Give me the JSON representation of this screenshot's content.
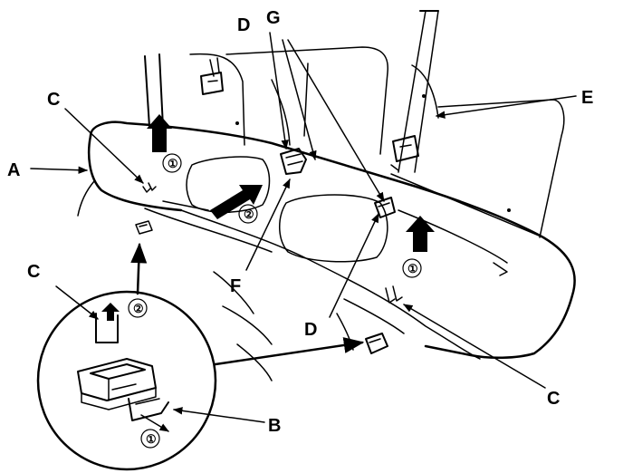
{
  "labels": {
    "a": "A",
    "b": "B",
    "c": "C",
    "d": "D",
    "e": "E",
    "f": "F",
    "g": "G"
  },
  "steps": {
    "one": "①",
    "two": "②"
  }
}
